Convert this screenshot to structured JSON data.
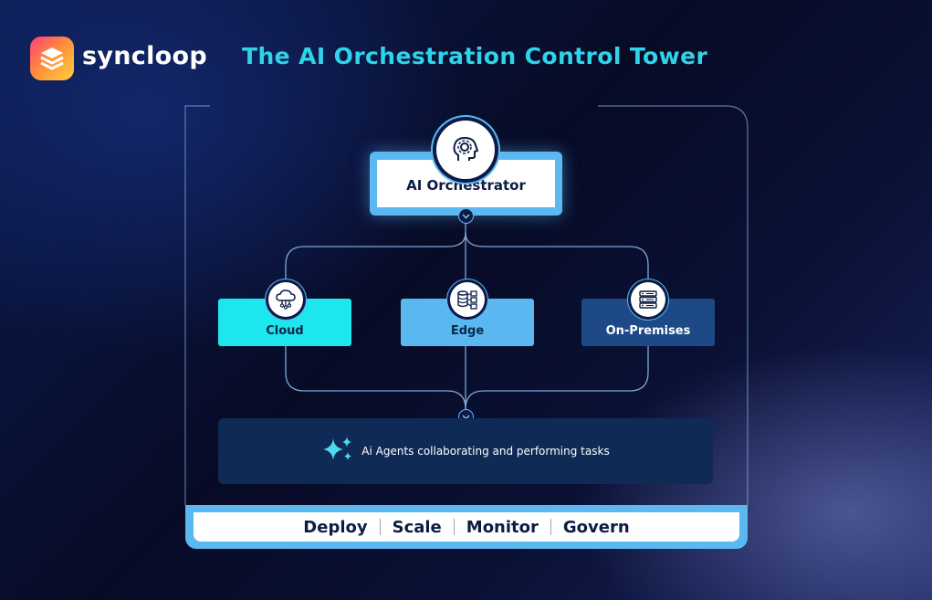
{
  "brand": {
    "name": "syncloop",
    "logo_icon": "stacked-layers-icon"
  },
  "title": "The AI Orchestration Control Tower",
  "orchestrator": {
    "label": "AI Orchestrator",
    "icon": "brain-gear-icon"
  },
  "nodes": [
    {
      "label": "Cloud",
      "icon": "cloud-network-icon"
    },
    {
      "label": "Edge",
      "icon": "edge-database-icon"
    },
    {
      "label": "On-Premises",
      "icon": "server-rack-icon"
    }
  ],
  "agents": {
    "label": "Ai Agents collaborating and performing tasks",
    "icon": "sparkles-icon"
  },
  "footer": {
    "items": [
      "Deploy",
      "Scale",
      "Monitor",
      "Govern"
    ]
  },
  "colors": {
    "accent_cyan": "#2fd4e8",
    "node_cloud": "#1ee6ee",
    "node_edge": "#5ab7ef",
    "node_onprem": "#1d4a86",
    "frame": "#5bb8f0",
    "background": "#070b26"
  }
}
